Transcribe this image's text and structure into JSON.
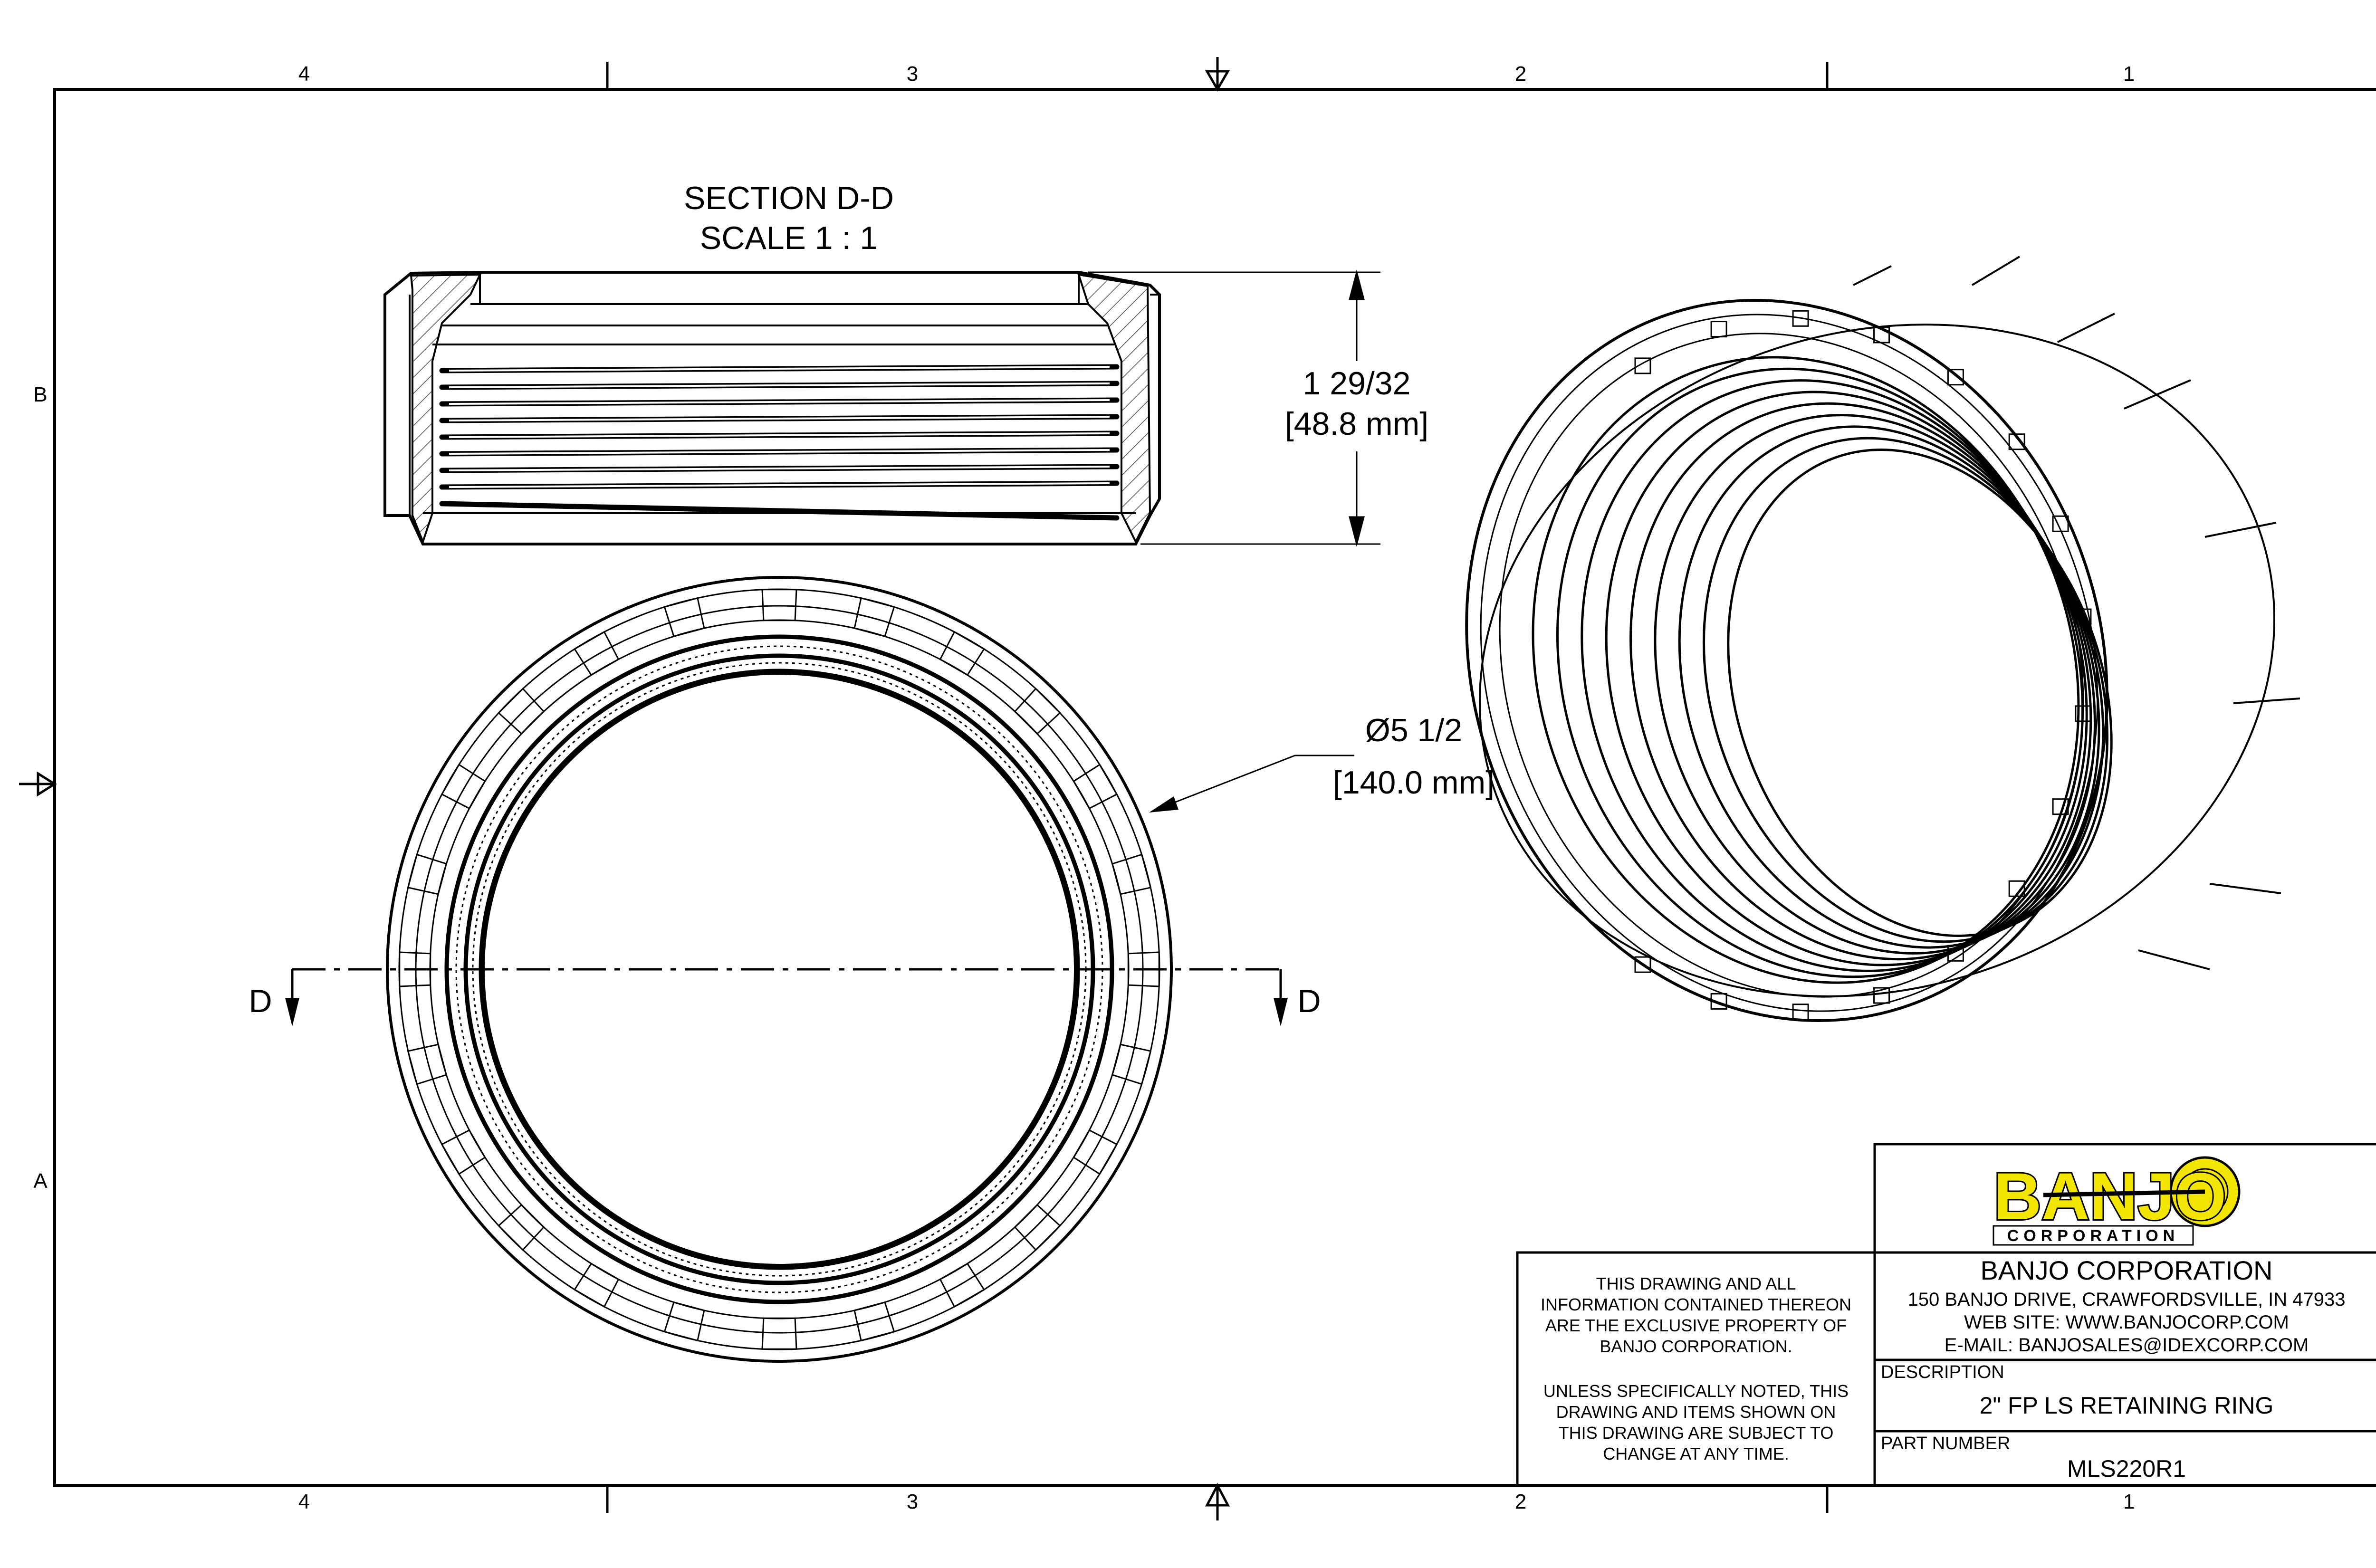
{
  "zone_columns": [
    "4",
    "3",
    "2",
    "1"
  ],
  "zone_rows": [
    "B",
    "A"
  ],
  "section_view": {
    "title": "SECTION D-D",
    "scale": "SCALE 1 : 1",
    "height_dim": "1 29/32",
    "height_dim_mm": "[48.8 mm]"
  },
  "plan_view": {
    "diameter_dim": "Ø5 1/2",
    "diameter_dim_mm": "[140.0 mm]",
    "section_label_left": "D",
    "section_label_right": "D"
  },
  "title_block": {
    "logo_text": "BANJO",
    "logo_subtext": "CORPORATION",
    "company_name": "BANJO CORPORATION",
    "address": "150 BANJO DRIVE, CRAWFORDSVILLE, IN 47933",
    "website": "WEB SITE: WWW.BANJOCORP.COM",
    "email": "E-MAIL: BANJOSALES@IDEXCORP.COM",
    "notice_lines": [
      "THIS DRAWING AND ALL",
      "INFORMATION CONTAINED THEREON",
      "ARE THE EXCLUSIVE PROPERTY OF",
      "BANJO CORPORATION."
    ],
    "disclaimer_lines": [
      "UNLESS SPECIFICALLY NOTED, THIS",
      "DRAWING AND ITEMS SHOWN ON",
      "THIS DRAWING ARE SUBJECT TO",
      "CHANGE AT ANY TIME."
    ],
    "description_label": "DESCRIPTION",
    "description": "2\" FP LS RETAINING RING",
    "part_number_label": "PART NUMBER",
    "part_number": "MLS220R1"
  },
  "colors": {
    "line": "#000000",
    "logo_yellow": "#f2e600",
    "hatch": "#555555"
  }
}
